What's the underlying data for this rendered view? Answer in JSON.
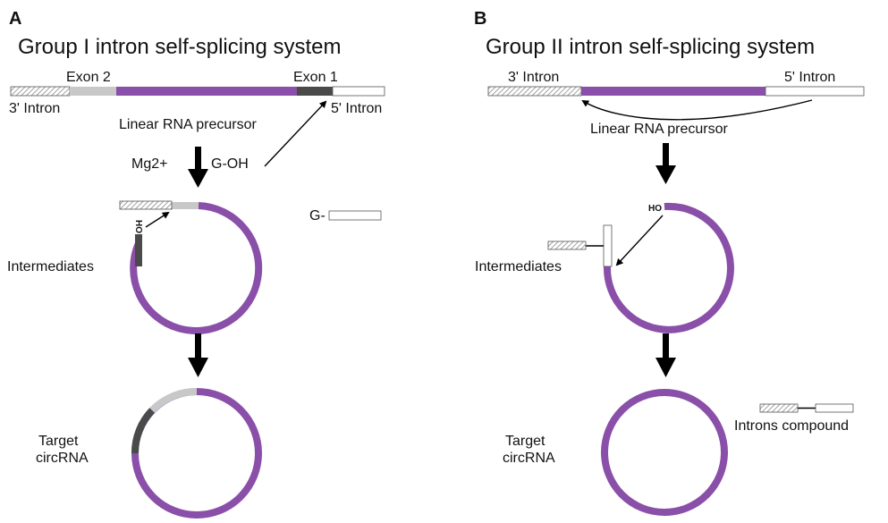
{
  "colors": {
    "rna": "#8a4fa8",
    "exon2": "#c8c8c8",
    "exon1": "#4a4a4a",
    "intron_fill": "#ffffff",
    "hatch": "#9a9a9a",
    "arrow": "#000000"
  },
  "panel_a": {
    "letter": "A",
    "title": "Group I intron self-splicing system",
    "exon2_label": "Exon 2",
    "exon1_label": "Exon 1",
    "intron3_label": "3' Intron",
    "intron5_label": "5' Intron",
    "precursor_label": "Linear RNA precursor",
    "cofactor_label": "Mg2+",
    "goh_label": "G-OH",
    "g_label": "G-",
    "hydroxyl_label": "HO",
    "intermediates_label": "Intermediates",
    "target_line1": "Target",
    "target_line2": "circRNA"
  },
  "panel_b": {
    "letter": "B",
    "title": "Group II intron self-splicing system",
    "intron3_label": "3' Intron",
    "intron5_label": "5' Intron",
    "precursor_label": "Linear RNA precursor",
    "hydroxyl_label": "HO",
    "intermediates_label": "Intermediates",
    "target_line1": "Target",
    "target_line2": "circRNA",
    "compound_label": "Introns compound"
  }
}
